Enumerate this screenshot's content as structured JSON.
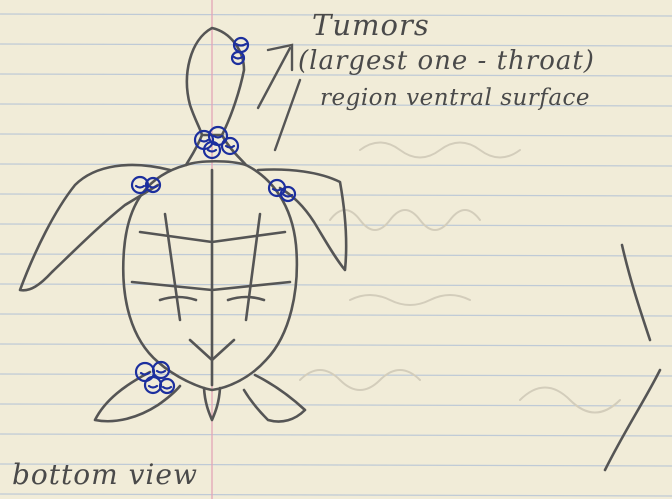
{
  "annotation": {
    "title": "Tumors",
    "note_line1": "(largest one - throat)",
    "note_line2": "region ventral surface"
  },
  "caption": "bottom view",
  "colors": {
    "paper": "#f1ecd8",
    "rule_line": "#bcc9d6",
    "margin_line": "#e3a6b6",
    "pencil": "#555555",
    "tumor_ink": "#1c2f9e"
  },
  "icons": [
    "turtle-sketch",
    "tumor-marks",
    "arrow"
  ]
}
